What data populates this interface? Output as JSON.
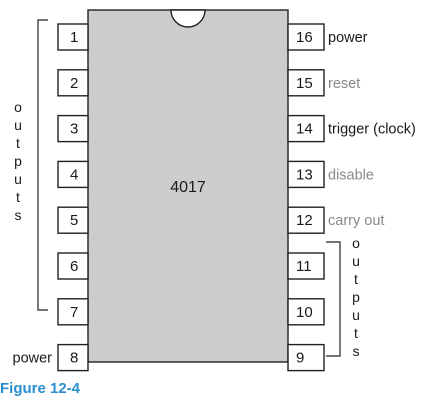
{
  "chip": {
    "label": "4017"
  },
  "pins_left": [
    {
      "number": "1",
      "function": ""
    },
    {
      "number": "2",
      "function": ""
    },
    {
      "number": "3",
      "function": ""
    },
    {
      "number": "4",
      "function": ""
    },
    {
      "number": "5",
      "function": ""
    },
    {
      "number": "6",
      "function": ""
    },
    {
      "number": "7",
      "function": ""
    },
    {
      "number": "8",
      "function": "power"
    }
  ],
  "pins_right": [
    {
      "number": "16",
      "function": "power"
    },
    {
      "number": "15",
      "function": "reset"
    },
    {
      "number": "14",
      "function": "trigger (clock)"
    },
    {
      "number": "13",
      "function": "disable"
    },
    {
      "number": "12",
      "function": "carry out"
    },
    {
      "number": "11",
      "function": ""
    },
    {
      "number": "10",
      "function": ""
    },
    {
      "number": "9",
      "function": ""
    }
  ],
  "outputs_label_left": [
    "o",
    "u",
    "t",
    "p",
    "u",
    "t",
    "s"
  ],
  "outputs_label_right": [
    "o",
    "u",
    "t",
    "p",
    "u",
    "t",
    "s"
  ],
  "caption": "Figure 12-4",
  "colors": {
    "chip_fill": "#cccccc",
    "dark_text": "#1a1a1a",
    "gray_text": "#8a8a8a",
    "caption": "#2a8fcf"
  }
}
